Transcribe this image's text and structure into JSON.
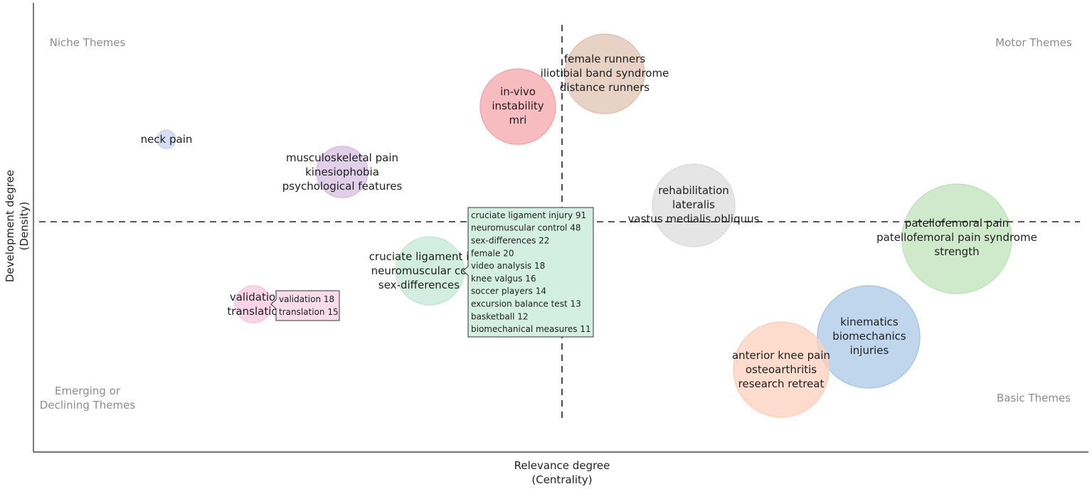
{
  "chart_data": {
    "type": "scatter",
    "xlabel": [
      "Relevance degree",
      "(Centrality)"
    ],
    "ylabel": [
      "Development degree",
      "(Density)"
    ],
    "quadrants": {
      "top_left": [
        "Niche Themes"
      ],
      "top_right": [
        "Motor Themes"
      ],
      "bottom_left": [
        "Emerging or",
        "Declining Themes"
      ],
      "bottom_right": [
        "Basic Themes"
      ]
    },
    "grid": false,
    "clusters": [
      {
        "labels": [
          "neck pain"
        ],
        "color": "#c9d3ee"
      },
      {
        "labels": [
          "musculoskeletal pain",
          "kinesiophobia",
          "psychological features"
        ],
        "color": "#d7bde2"
      },
      {
        "labels": [
          "in-vivo",
          "instability",
          "mri"
        ],
        "color": "#f4a6ab"
      },
      {
        "labels": [
          "female runners",
          "iliotibial band syndrome",
          "distance runners"
        ],
        "color": "#e0c2b1"
      },
      {
        "labels": [
          "rehabilitation",
          "lateralis",
          "vastus medialis obliquus"
        ],
        "color": "#dcdcdc"
      },
      {
        "labels": [
          "patellofemoral pain",
          "patellofemoral pain syndrome",
          "strength"
        ],
        "color": "#bfe3b8"
      },
      {
        "labels": [
          "cruciate ligament i",
          "neuromuscular co",
          "sex-differences"
        ],
        "color": "#c3e8d6"
      },
      {
        "labels": [
          "validatio",
          "translatio"
        ],
        "color": "#f6c6df"
      },
      {
        "labels": [
          "kinematics",
          "biomechanics",
          "injuries"
        ],
        "color": "#a9c8e6"
      },
      {
        "labels": [
          "anterior knee pain",
          "osteoarthritis",
          "research retreat"
        ],
        "color": "#fcd0bc"
      }
    ],
    "tooltips": [
      {
        "items": [
          "validation 18",
          "translation 15"
        ],
        "bg": "#f8dcea"
      },
      {
        "items": [
          "cruciate ligament injury 91",
          "neuromuscular control 48",
          "sex-differences 22",
          "female 20",
          "video analysis 18",
          "knee valgus 16",
          "soccer players 14",
          "excursion balance test 13",
          "basketball 12",
          "biomechanical measures 11"
        ],
        "bg": "#d2efe2"
      }
    ]
  }
}
